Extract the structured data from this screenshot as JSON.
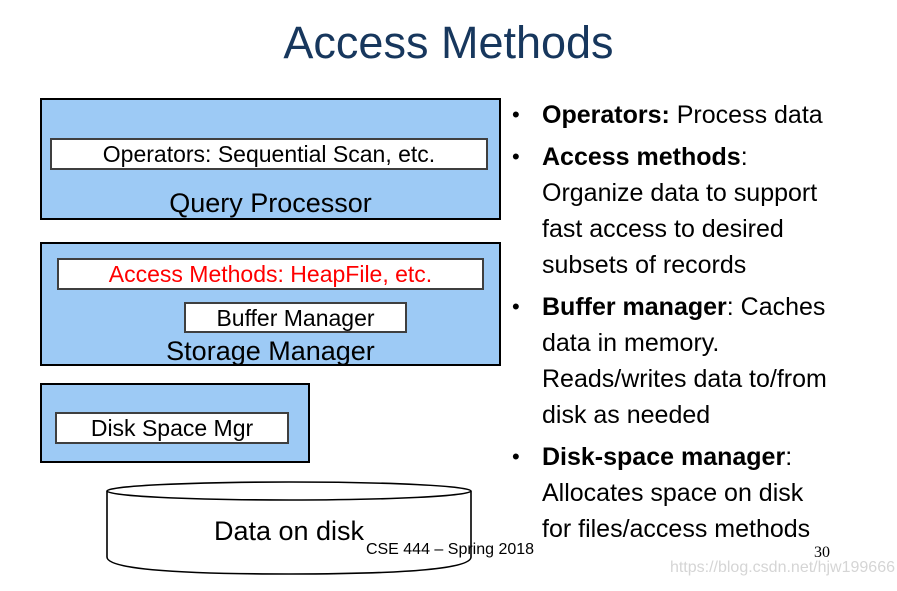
{
  "slide": {
    "title": "Access Methods",
    "footer": {
      "course": "CSE 444 – Spring 2018",
      "page_number": "30"
    },
    "watermark": "https://blog.csdn.net/hjw199666"
  },
  "diagram": {
    "query_processor": {
      "label": "Query Processor",
      "operators_box": "Operators: Sequential Scan, etc."
    },
    "storage_manager": {
      "label": "Storage Manager",
      "access_methods_box": "Access Methods: HeapFile, etc.",
      "buffer_manager_box": "Buffer Manager"
    },
    "disk_space": {
      "disk_space_box": "Disk Space Mgr"
    },
    "disk_cylinder": {
      "label": "Data on disk"
    }
  },
  "bullets": [
    {
      "term": "Operators:",
      "rest": " Process data"
    },
    {
      "term": "Access methods",
      "rest": ":\nOrganize data to support\nfast access to desired\nsubsets of records"
    },
    {
      "term": "Buffer manager",
      "rest": ": Caches\ndata in memory.\nReads/writes data to/from\ndisk as needed"
    },
    {
      "term": "Disk-space manager",
      "rest": ":\nAllocates space on disk\nfor files/access methods"
    }
  ],
  "colors": {
    "title_text": "#17375d",
    "layer_box_fill": "#9dcaf5",
    "box_border": "#000000",
    "access_methods_text": "#ff0000",
    "watermark_text": "#d5d5d5"
  }
}
